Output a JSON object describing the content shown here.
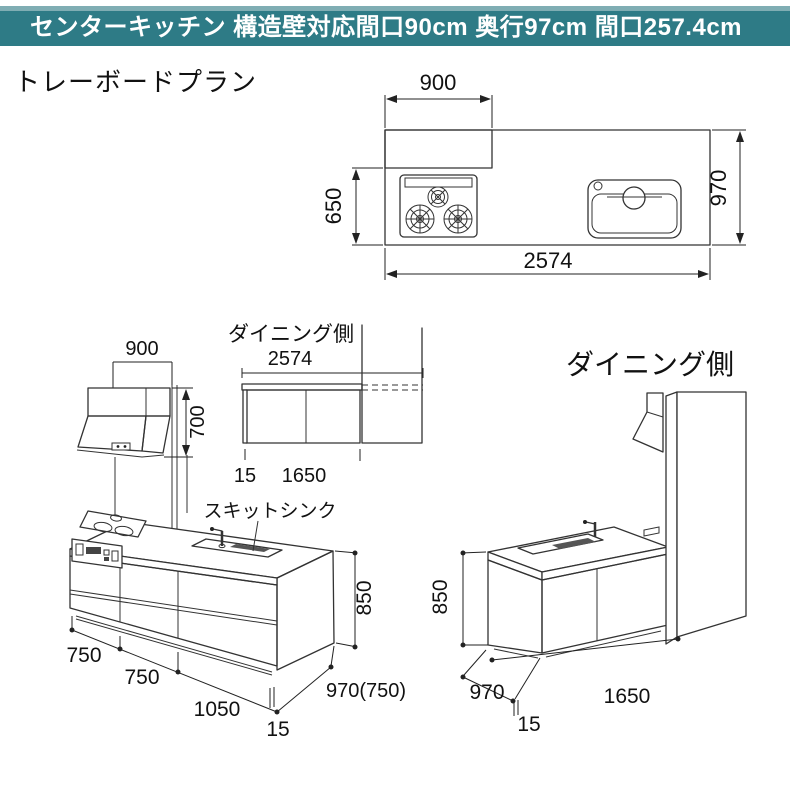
{
  "header": {
    "title": "センターキッチン 構造壁対応間口90cm 奥行97cm 間口257.4cm"
  },
  "subtitle": "トレーボードプラン",
  "colors": {
    "header_teal": "#2e7b86",
    "header_teal_light": "#7fadb3",
    "panel_blue": "#cfe8f6",
    "panel_blue_light": "#ddeffa",
    "hood_gray": "#e7e7e7",
    "line": "#333333"
  },
  "top_plan": {
    "dim_top": "900",
    "dim_left": "650",
    "dim_right": "970",
    "dim_bottom": "2574"
  },
  "hood_elevation": {
    "dim_width": "900",
    "dim_height": "700"
  },
  "dining_elevation": {
    "label": "ダイニング側",
    "dim_total": "2574",
    "dim_offset": "15",
    "dim_board": "1650"
  },
  "island_view": {
    "sink_label": "スキットシンク",
    "dim_height": "850",
    "dim_seg1": "750",
    "dim_seg2": "750",
    "dim_seg3": "1050",
    "dim_offset": "15",
    "dim_depth": "970(750)"
  },
  "dining_view": {
    "label": "ダイニング側",
    "dim_height": "850",
    "dim_depth": "970",
    "dim_offset": "15",
    "dim_width": "1650"
  }
}
